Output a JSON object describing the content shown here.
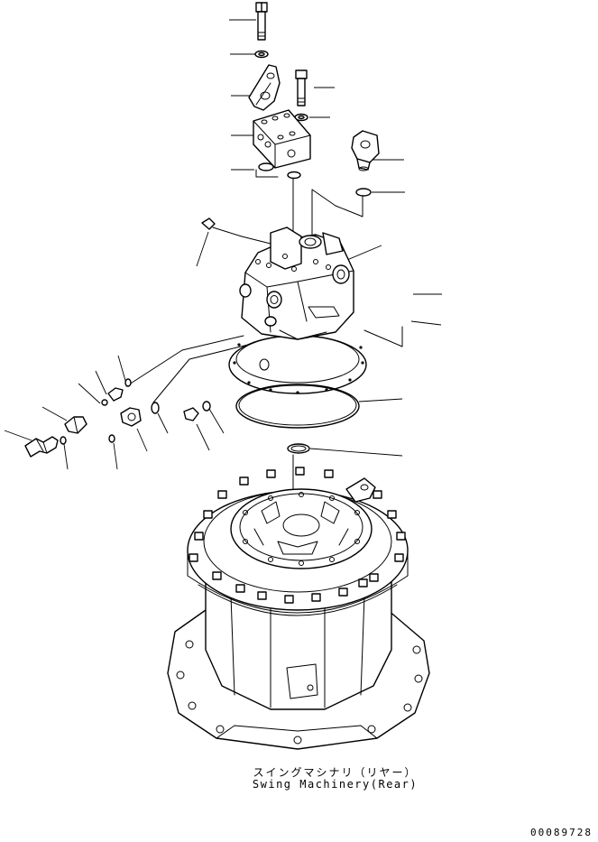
{
  "caption": {
    "japanese": "スイングマシナリ（リヤー）",
    "english": "Swing Machinery(Rear)"
  },
  "drawing_number": "00089728"
}
